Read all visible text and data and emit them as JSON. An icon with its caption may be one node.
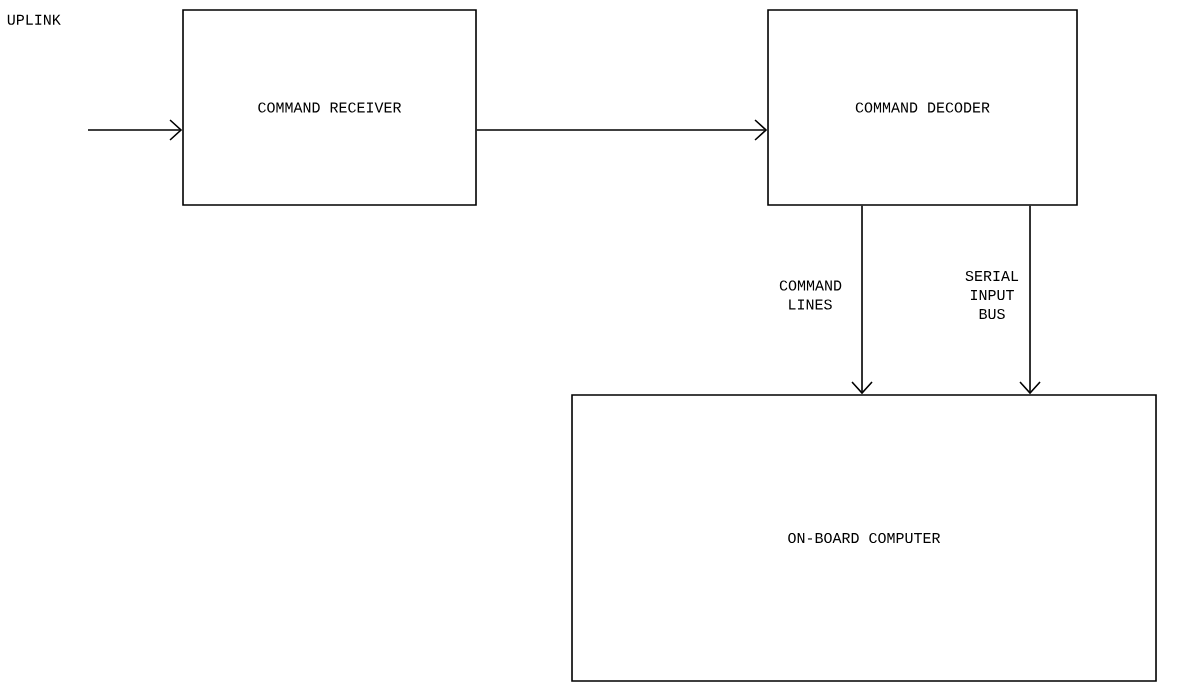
{
  "diagram": {
    "nodes": [
      {
        "text": [
          "COMMAND RECEIVER"
        ]
      },
      {
        "text": [
          "COMMAND DECODER"
        ]
      },
      {
        "text": [
          "ON-BOARD COMPUTER"
        ]
      }
    ],
    "edges": [
      {
        "from": null,
        "to": 0,
        "arrow": "to"
      },
      {
        "from": 0,
        "to": 1,
        "arrow": "to"
      },
      {
        "from": 1,
        "to": 2,
        "arrow": "to",
        "label": "COMMAND LINES"
      },
      {
        "from": 1,
        "to": 2,
        "arrow": "to",
        "label": "SERIAL INPUT BUS"
      }
    ],
    "labels": [
      "UPLINK"
    ]
  }
}
